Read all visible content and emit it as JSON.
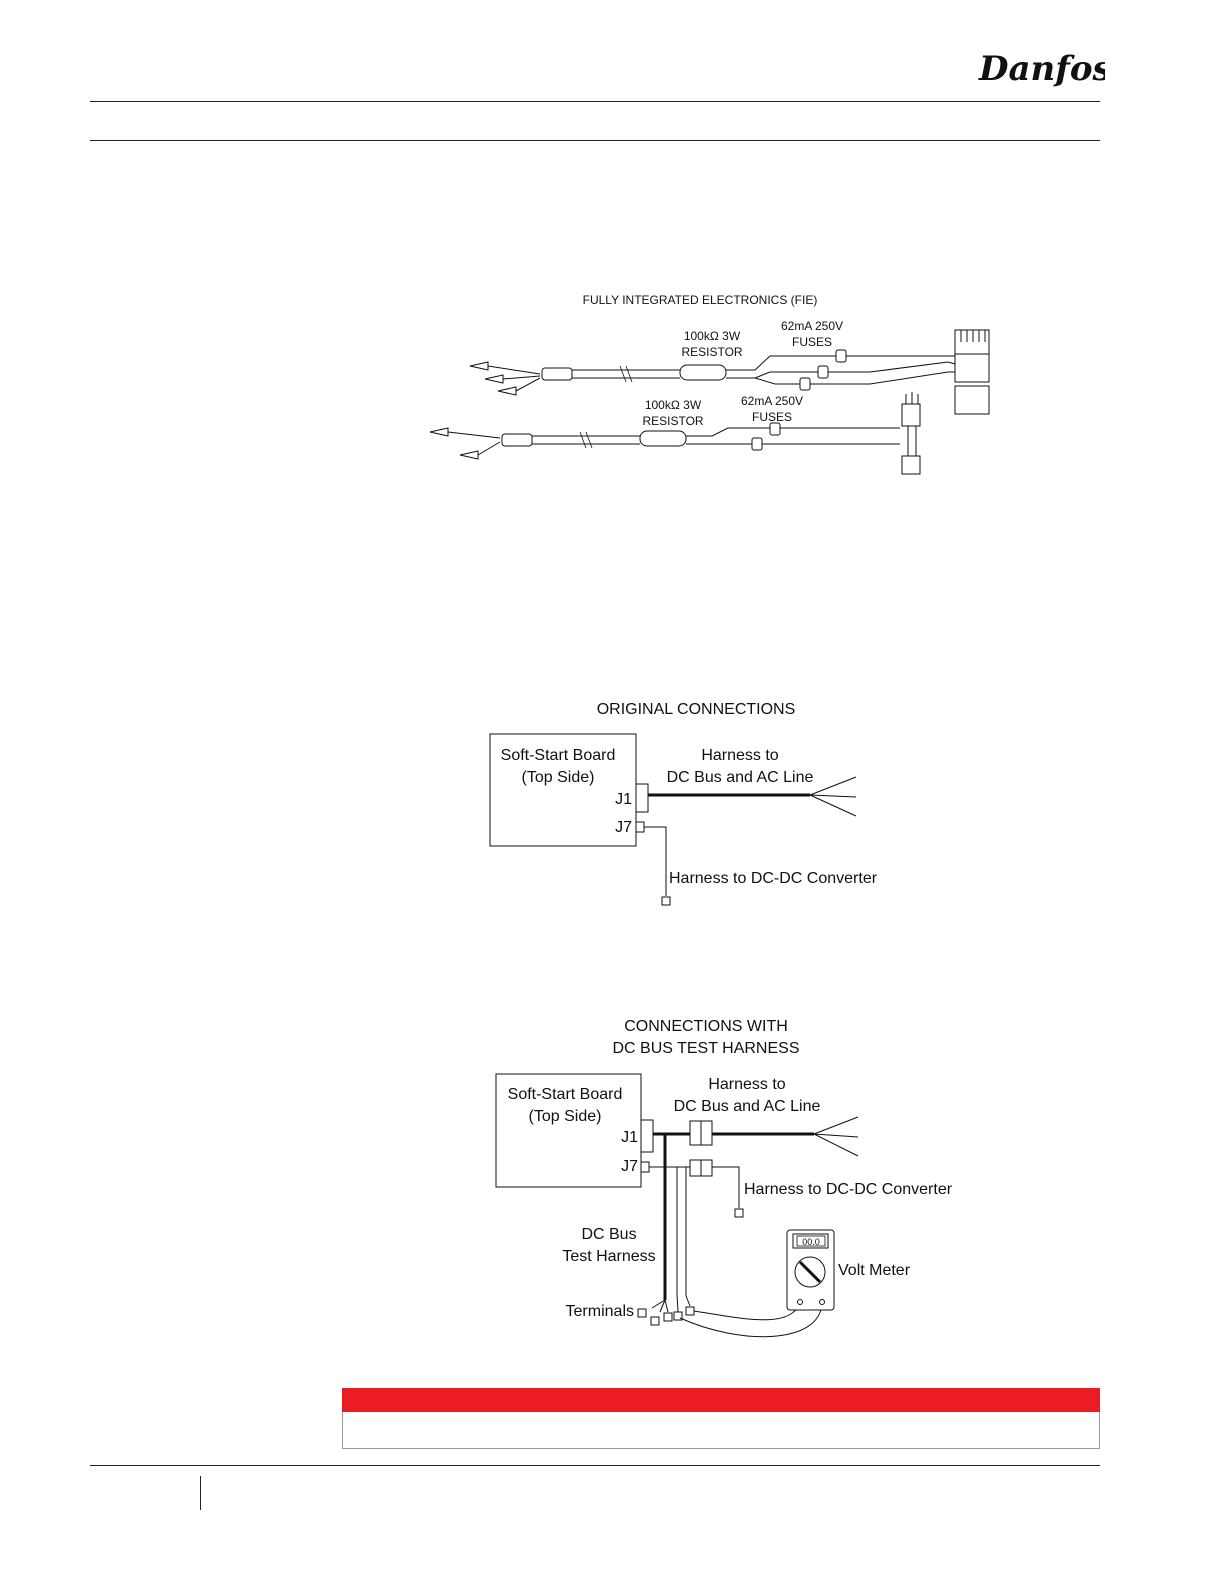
{
  "brand": {
    "logo_text": "Danfoss",
    "icon": "danfoss-logo-icon"
  },
  "figure1": {
    "title": "FULLY INTEGRATED ELECTRONICS (FIE)",
    "resistor_a": [
      "100kΩ 3W",
      "RESISTOR"
    ],
    "fuses_a": [
      "62mA 250V",
      "FUSES"
    ],
    "resistor_b": [
      "100kΩ 3W",
      "RESISTOR"
    ],
    "fuses_b": [
      "62mA 250V",
      "FUSES"
    ]
  },
  "figure2": {
    "title": "ORIGINAL CONNECTIONS",
    "board": [
      "Soft-Start Board",
      "(Top Side)"
    ],
    "j1": "J1",
    "j7": "J7",
    "harness_dc": [
      "Harness to",
      "DC Bus and AC Line"
    ],
    "harness_conv": "Harness to DC-DC Converter"
  },
  "figure3": {
    "title": [
      "CONNECTIONS WITH",
      "DC BUS TEST HARNESS"
    ],
    "board": [
      "Soft-Start Board",
      "(Top Side)"
    ],
    "j1": "J1",
    "j7": "J7",
    "harness_dc": [
      "Harness to",
      "DC Bus and AC Line"
    ],
    "harness_conv": "Harness to DC-DC Converter",
    "test_harness": [
      "DC Bus",
      "Test Harness"
    ],
    "terminals": "Terminals",
    "volt_meter": "Volt Meter",
    "meter_display": "00.0"
  },
  "colors": {
    "warning_red": "#ec1c24",
    "line": "#111111"
  }
}
